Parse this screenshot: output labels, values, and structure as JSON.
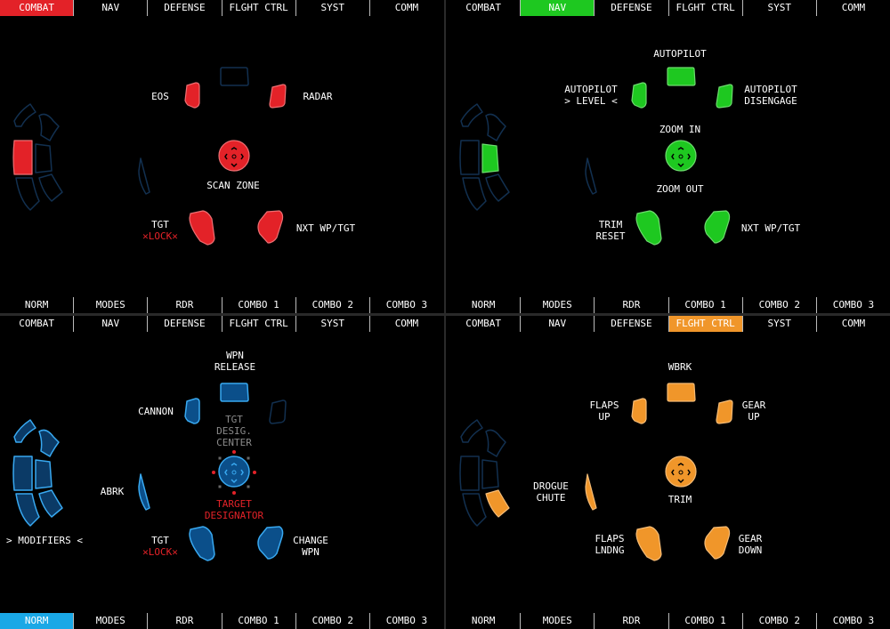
{
  "colors": {
    "combat": "#e32228",
    "nav": "#1ec820",
    "modifiers": "#1a8fd8",
    "flight": "#f0962a",
    "inactive": "#123050",
    "norm_tab": "#1aa8e6"
  },
  "top_tabs": [
    "COMBAT",
    "NAV",
    "DEFENSE",
    "FLGHT CTRL",
    "SYST",
    "COMM"
  ],
  "bottom_tabs": [
    "NORM",
    "MODES",
    "RDR",
    "COMBO 1",
    "COMBO 2",
    "COMBO 3"
  ],
  "panels": [
    {
      "active_top": "COMBAT",
      "active_bottom": "",
      "labels": {
        "eos": "EOS",
        "radar": "RADAR",
        "scan_zone": "SCAN ZONE",
        "tgt": "TGT",
        "lock": "LOCK",
        "nxt": "NXT WP/TGT"
      }
    },
    {
      "active_top": "NAV",
      "active_bottom": "",
      "labels": {
        "autopilot": "AUTOPILOT",
        "ap_level_1": "AUTOPILOT",
        "ap_level_2": "> LEVEL <",
        "ap_dis_1": "AUTOPILOT",
        "ap_dis_2": "DISENGAGE",
        "zoom_in": "ZOOM IN",
        "zoom_out": "ZOOM OUT",
        "trim_reset_1": "TRIM",
        "trim_reset_2": "RESET",
        "nxt": "NXT WP/TGT"
      }
    },
    {
      "active_top": "",
      "active_bottom": "NORM",
      "labels": {
        "wpn_1": "WPN",
        "wpn_2": "RELEASE",
        "cannon": "CANNON",
        "tdc_1": "TGT",
        "tdc_2": "DESIG.",
        "tdc_3": "CENTER",
        "abrk": "ABRK",
        "td_1": "TARGET",
        "td_2": "DESIGNATOR",
        "modifiers": "> MODIFIERS <",
        "tgt": "TGT",
        "lock": "LOCK",
        "change_1": "CHANGE",
        "change_2": "WPN"
      }
    },
    {
      "active_top": "FLGHT CTRL",
      "active_bottom": "",
      "labels": {
        "wbrk": "WBRK",
        "flaps_up_1": "FLAPS",
        "flaps_up_2": "UP",
        "gear_up_1": "GEAR",
        "gear_up_2": "UP",
        "drogue_1": "DROGUE",
        "drogue_2": "CHUTE",
        "trim": "TRIM",
        "flaps_ld_1": "FLAPS",
        "flaps_ld_2": "LNDNG",
        "gear_dn_1": "GEAR",
        "gear_dn_2": "DOWN"
      }
    }
  ]
}
